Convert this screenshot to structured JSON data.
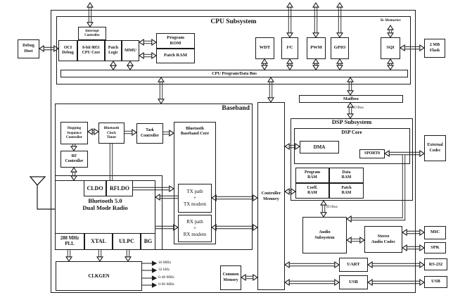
{
  "nodes": {
    "debug_host": "Debug\nHost",
    "oci_debug": "OCI\nDebug",
    "cpu_core": "8-bit 8051\nCPU Core",
    "interrupt_controller": "Interrupt\nController",
    "patch_logic": "Patch\nLogic",
    "mmu": "MMU",
    "program_rom": "Program\nROM",
    "patch_ram": "Patch RAM",
    "wdt": "WDT",
    "i2c": "I²C",
    "pwm": "PWM",
    "gpio": "GPIO",
    "sqi": "SQI",
    "flash": "2 MB\nFlash",
    "cpu_bus": "CPU Program/Data Bus",
    "cpu_subsystem": "CPU Subsystem",
    "to_memories": "To Memories",
    "baseband": "Baseband",
    "hopping": "Hopping\nSequence\nController",
    "clock_timer": "Bluetooth\nClock\nTimer",
    "task_controller": "Task\nController",
    "rf_controller": "RF\nController",
    "bb_core": "Bluetooth\nBaseband Core",
    "tx": "TX path\n+\nTX modem",
    "rx": "RX path\n+\nRX modem",
    "cldo": "CLDO",
    "rfldo": "RFLDO",
    "radio": "Bluetooth 5.0\nDual Mode Radio",
    "pll": "288 MHz\nPLL",
    "xtal": "XTAL",
    "ulpc": "ULPC",
    "bg": "BG",
    "clkgen": "CLKGEN",
    "controller_memory": "Controller\nMemory",
    "common_memory": "Common\nMemory",
    "mailbox": "Mailbox",
    "io_bus_top": "IO Bus",
    "io_bus_bottom": "IO Bus",
    "dsp_subsystem": "DSP Subsystem",
    "dsp_core": "DSP Core",
    "dma": "DMA",
    "sport0": "SPORT0",
    "program_ram": "Program\nRAM",
    "data_ram": "Data\nRAM",
    "coeff_ram": "Coeff.\nRAM",
    "patch_ram2": "Patch\nRAM",
    "audio_subsystem": "Audio\nSubsystem",
    "stereo_codec": "Stereo\nAudio Codec",
    "uart": "UART",
    "usb_internal": "USB",
    "external_codec": "External\nCodec",
    "mic": "MIC",
    "spk": "SPK",
    "rs232": "RS-232",
    "usb_external": "USB"
  },
  "clock_outputs": [
    "16 MHz",
    "32 kHz",
    "0-48 MHz",
    "0-96 MHz"
  ],
  "colors": {
    "ink": "#1c1c1c",
    "background": "#ffffff"
  }
}
